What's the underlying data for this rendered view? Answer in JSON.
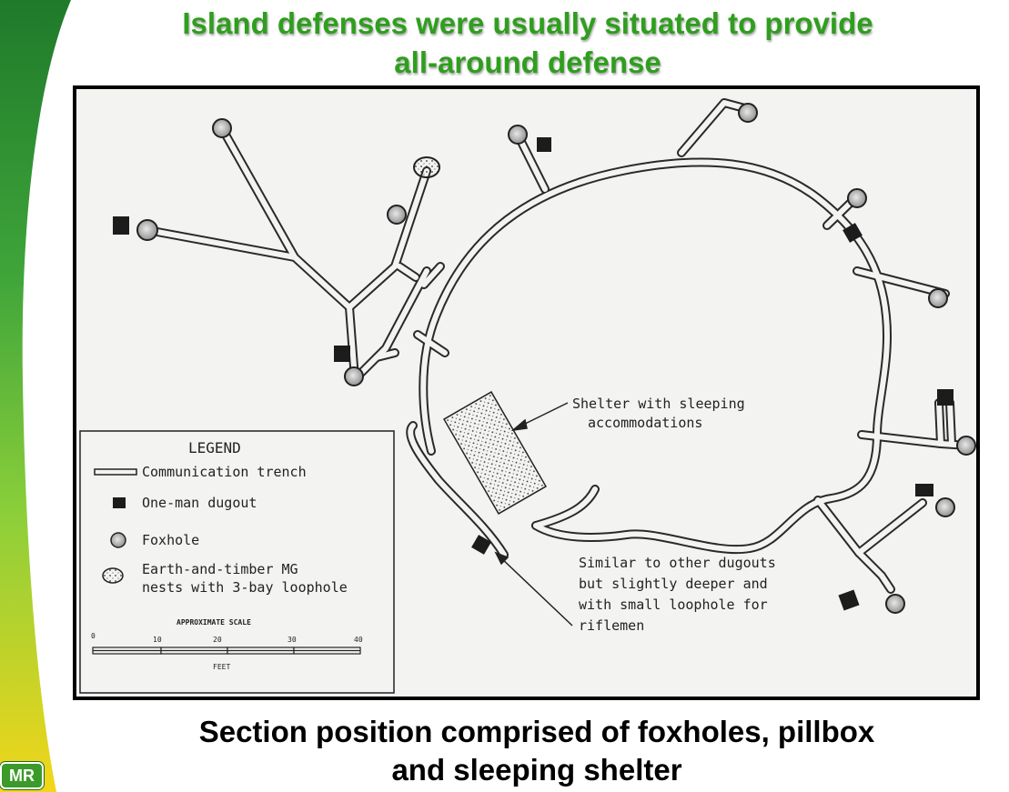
{
  "slide": {
    "title_line1": "Island defenses were usually situated to provide",
    "title_line2": "all-around defense",
    "caption_line1": "Section position comprised of foxholes, pillbox",
    "caption_line2": "and sleeping shelter",
    "logo_text": "MR"
  },
  "colors": {
    "title_green": "#2f9e1e",
    "swoosh_dark_green": "#1f7a2a",
    "swoosh_light_green": "#8ccf3a",
    "swoosh_yellow": "#f2d61a"
  },
  "diagram": {
    "annotations": {
      "shelter_line1": "Shelter with sleeping",
      "shelter_line2": "accommodations",
      "dugout_line1": "Similar to other dugouts",
      "dugout_line2": "but slightly deeper and",
      "dugout_line3": "with small loophole for",
      "dugout_line4": "riflemen"
    },
    "legend": {
      "title": "LEGEND",
      "items": [
        "Communication trench",
        "One-man dugout",
        "Foxhole",
        "Earth-and-timber MG",
        "nests with 3-bay loophole"
      ],
      "scale_title": "APPROXIMATE SCALE",
      "scale_ticks": [
        "0",
        "10",
        "20",
        "30",
        "40"
      ],
      "scale_unit": "FEET"
    }
  }
}
